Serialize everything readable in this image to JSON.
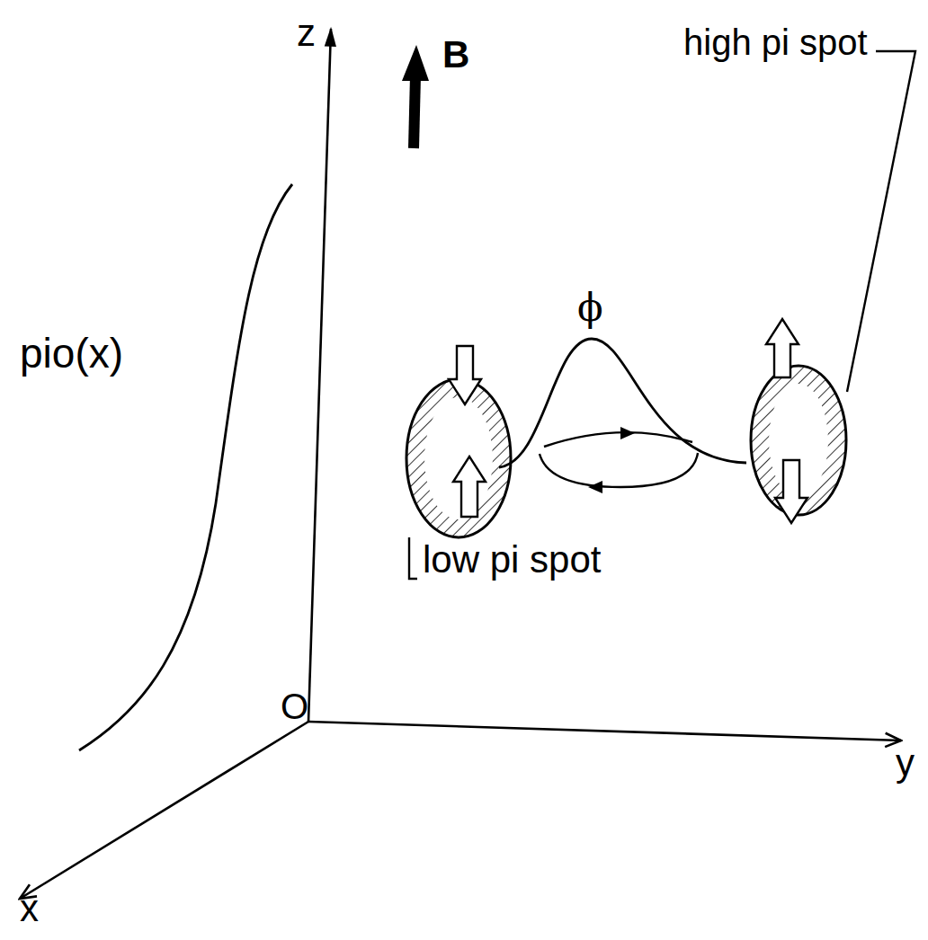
{
  "diagram": {
    "nodes": [
      {
        "text": [
          "low pi spot"
        ]
      },
      {
        "text": [
          "high pi spot"
        ]
      }
    ],
    "labels": [
      "z",
      "B",
      "ϕ",
      "O",
      "y",
      "x",
      "pio(x)"
    ]
  }
}
